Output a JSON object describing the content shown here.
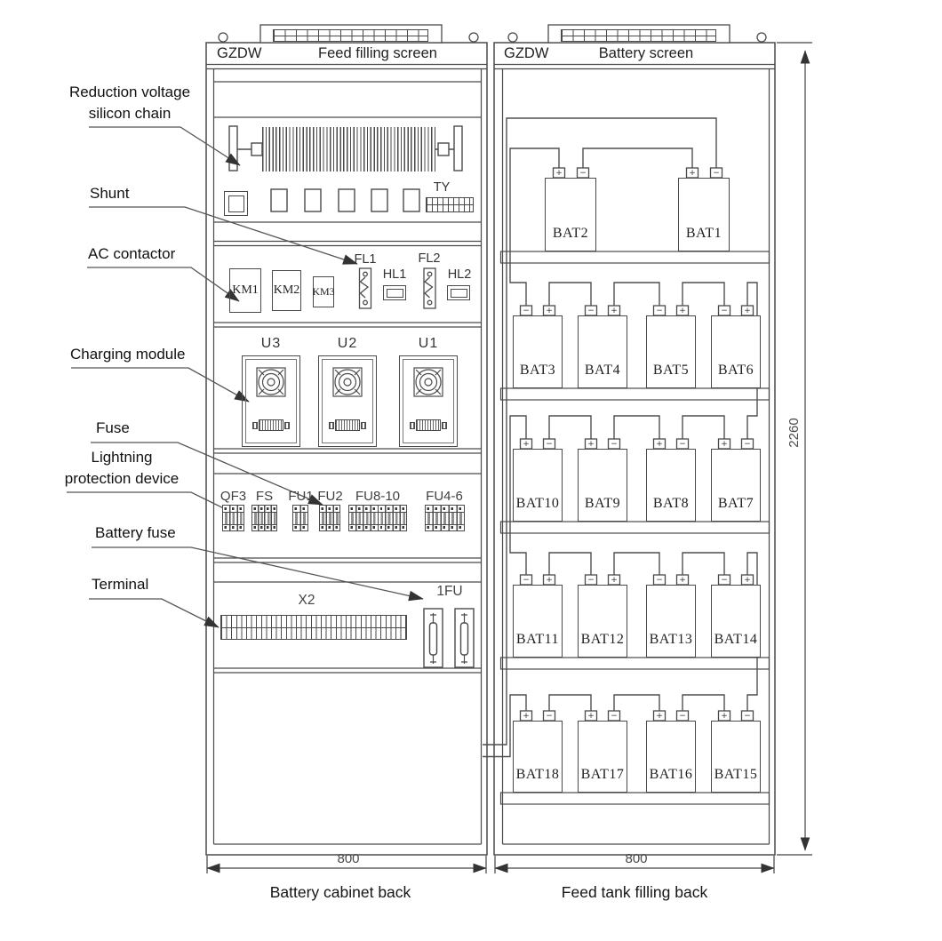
{
  "diagram": {
    "left_cabinet": {
      "code": "GZDW",
      "title": "Feed filling screen",
      "caption": "Battery cabinet back",
      "width_dim": "800",
      "callouts": [
        "Reduction voltage\nsilicon chain",
        "Shunt",
        "AC contactor",
        "Charging module",
        "Fuse",
        "Lightning\nprotection device",
        "Battery fuse",
        "Terminal"
      ],
      "components": {
        "ty": "TY",
        "km": [
          "KM1",
          "KM2",
          "KM3"
        ],
        "fl": [
          "FL1",
          "FL2"
        ],
        "hl": [
          "HL1",
          "HL2"
        ],
        "modules": [
          "U3",
          "U2",
          "U1"
        ],
        "fuses": [
          "QF3",
          "FS",
          "FU1",
          "FU2",
          "FU8-10",
          "FU4-6"
        ],
        "terminal_strip": "X2",
        "battery_fuse": "1FU"
      }
    },
    "right_cabinet": {
      "code": "GZDW",
      "title": "Battery screen",
      "caption": "Feed tank filling back",
      "width_dim": "800",
      "battery_rows": [
        [
          "BAT2",
          "BAT1"
        ],
        [
          "BAT3",
          "BAT4",
          "BAT5",
          "BAT6"
        ],
        [
          "BAT10",
          "BAT9",
          "BAT8",
          "BAT7"
        ],
        [
          "BAT11",
          "BAT12",
          "BAT13",
          "BAT14"
        ],
        [
          "BAT18",
          "BAT17",
          "BAT16",
          "BAT15"
        ]
      ],
      "polarity": {
        "plus": "+",
        "minus": "−"
      }
    },
    "height_dim": "2260"
  }
}
